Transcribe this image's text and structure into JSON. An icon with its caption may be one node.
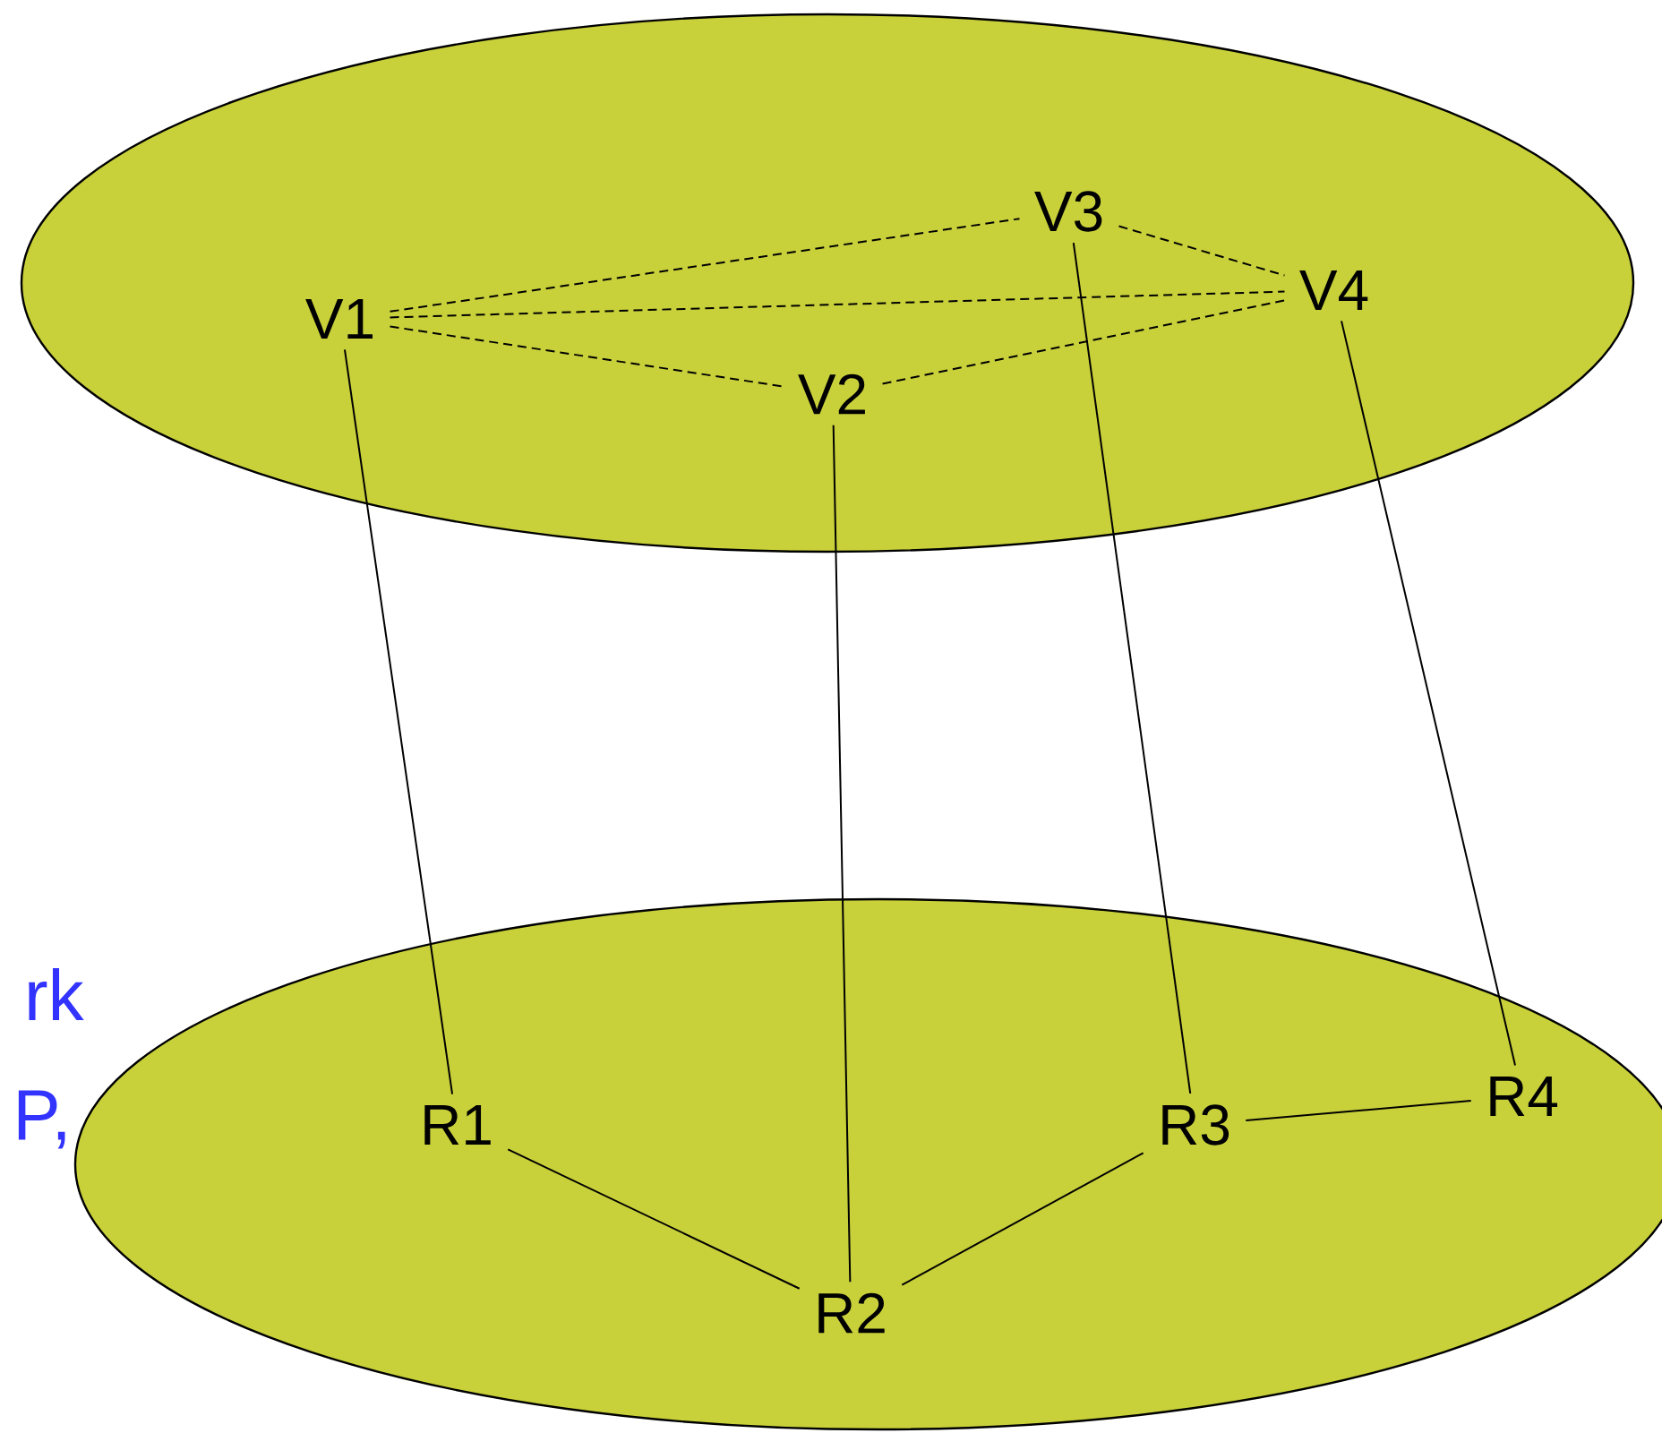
{
  "diagram": {
    "nodes": [
      {
        "text": [],
        "shape": "ellipse"
      },
      {
        "text": [
          "V1"
        ],
        "in": 0
      },
      {
        "text": [
          "V2"
        ],
        "in": 0
      },
      {
        "text": [
          "V3"
        ],
        "in": 0
      },
      {
        "text": [
          "V4"
        ],
        "in": 0
      },
      {
        "text": [],
        "shape": "ellipse"
      },
      {
        "text": [
          "R1"
        ],
        "in": 5
      },
      {
        "text": [
          "R2"
        ],
        "in": 5
      },
      {
        "text": [
          "R3"
        ],
        "in": 5
      },
      {
        "text": [
          "R4"
        ],
        "in": 5
      }
    ],
    "edges": [
      {
        "from": 1,
        "to": 3,
        "arrow": "none",
        "style": "dashed"
      },
      {
        "from": 1,
        "to": 4,
        "arrow": "none",
        "style": "dashed"
      },
      {
        "from": 1,
        "to": 2,
        "arrow": "none",
        "style": "dashed"
      },
      {
        "from": 2,
        "to": 4,
        "arrow": "none",
        "style": "dashed"
      },
      {
        "from": 3,
        "to": 4,
        "arrow": "none",
        "style": "dashed"
      },
      {
        "from": 1,
        "to": 6,
        "arrow": "none"
      },
      {
        "from": 2,
        "to": 7,
        "arrow": "none"
      },
      {
        "from": 3,
        "to": 8,
        "arrow": "none"
      },
      {
        "from": 4,
        "to": 9,
        "arrow": "none"
      },
      {
        "from": 6,
        "to": 7,
        "arrow": "none"
      },
      {
        "from": 7,
        "to": 8,
        "arrow": "none"
      },
      {
        "from": 8,
        "to": 9,
        "arrow": "none"
      }
    ],
    "labels": [
      "rk",
      "P,"
    ]
  }
}
